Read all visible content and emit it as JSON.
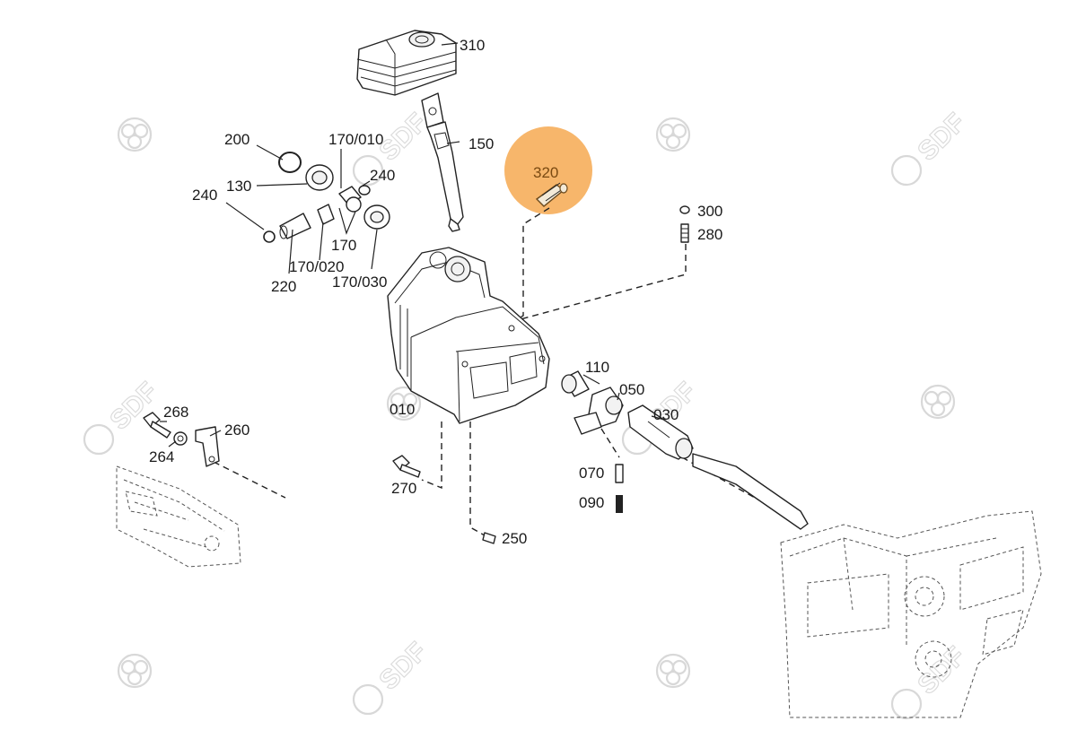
{
  "diagram": {
    "highlight_color": "#F7B66B",
    "highlight_text_color": "#7A4A12",
    "highlighted_part": "320",
    "watermark_text": "SDF",
    "labels": {
      "p310": "310",
      "p150": "150",
      "p320": "320",
      "p200": "200",
      "p170_010": "170/010",
      "p240a": "240",
      "p240b": "240",
      "p130": "130",
      "p170": "170",
      "p170_020": "170/020",
      "p220": "220",
      "p170_030": "170/030",
      "p300": "300",
      "p280": "280",
      "p110": "110",
      "p050": "050",
      "p030": "030",
      "p010": "010",
      "p268": "268",
      "p264": "264",
      "p260": "260",
      "p270": "270",
      "p070": "070",
      "p090": "090",
      "p250": "250"
    }
  }
}
